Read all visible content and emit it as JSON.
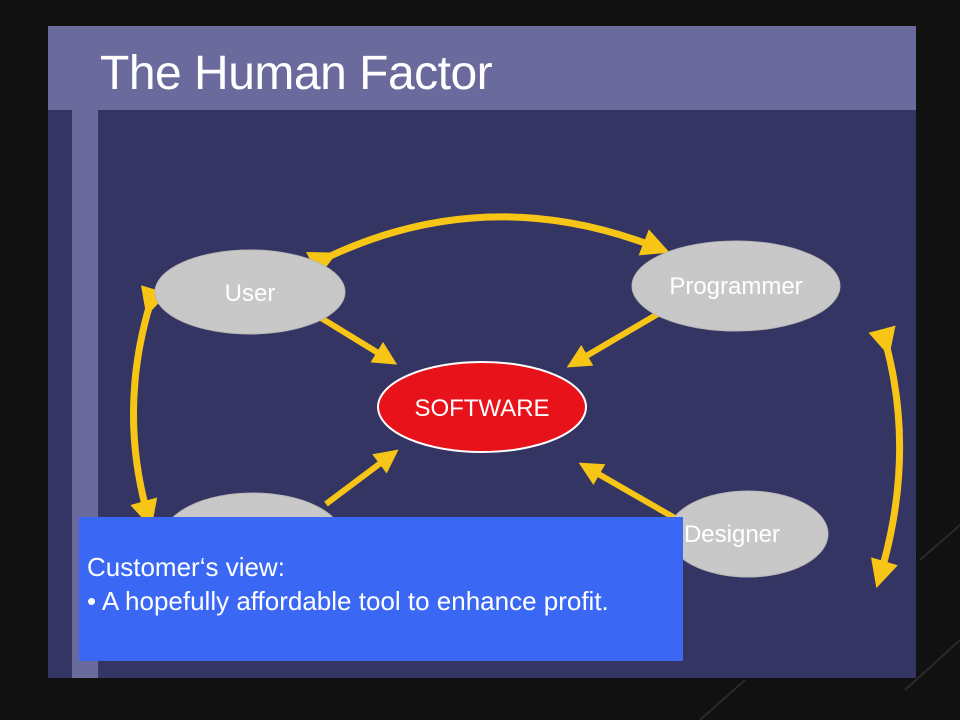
{
  "slide": {
    "title": "The Human Factor"
  },
  "diagram": {
    "center": {
      "label": "SOFTWARE",
      "color": "#e8121a"
    },
    "nodes": [
      {
        "id": "user",
        "label": "User"
      },
      {
        "id": "programmer",
        "label": "Programmer"
      },
      {
        "id": "designer",
        "label": "Designer"
      },
      {
        "id": "customer",
        "label": ""
      }
    ],
    "colors": {
      "node_fill": "#c8c8c8",
      "arrow": "#f7c515",
      "background": "#353564",
      "title_band": "#6a6a9c"
    }
  },
  "callout": {
    "heading": "Customer‘s view:",
    "bullet": "• A hopefully affordable tool to enhance profit.",
    "background": "#3a68f5"
  }
}
